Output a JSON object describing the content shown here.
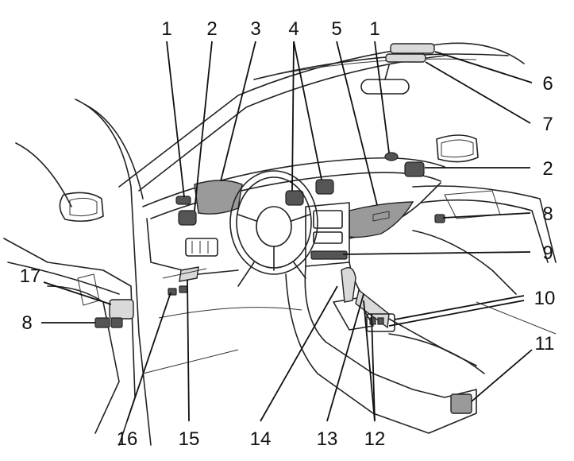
{
  "colors": {
    "line": "#222222",
    "shade": "#9a9a9a",
    "background": "#ffffff"
  },
  "callouts": [
    {
      "id": "c1a",
      "label": "1"
    },
    {
      "id": "c2a",
      "label": "2"
    },
    {
      "id": "c3",
      "label": "3"
    },
    {
      "id": "c4",
      "label": "4"
    },
    {
      "id": "c5",
      "label": "5"
    },
    {
      "id": "c1b",
      "label": "1"
    },
    {
      "id": "c6",
      "label": "6"
    },
    {
      "id": "c7",
      "label": "7"
    },
    {
      "id": "c2b",
      "label": "2"
    },
    {
      "id": "c8a",
      "label": "8"
    },
    {
      "id": "c9",
      "label": "9"
    },
    {
      "id": "c10",
      "label": "10"
    },
    {
      "id": "c11",
      "label": "11"
    },
    {
      "id": "c12",
      "label": "12"
    },
    {
      "id": "c13",
      "label": "13"
    },
    {
      "id": "c14",
      "label": "14"
    },
    {
      "id": "c15",
      "label": "15"
    },
    {
      "id": "c16",
      "label": "16"
    },
    {
      "id": "c17",
      "label": "17"
    },
    {
      "id": "c8b",
      "label": "8"
    }
  ]
}
